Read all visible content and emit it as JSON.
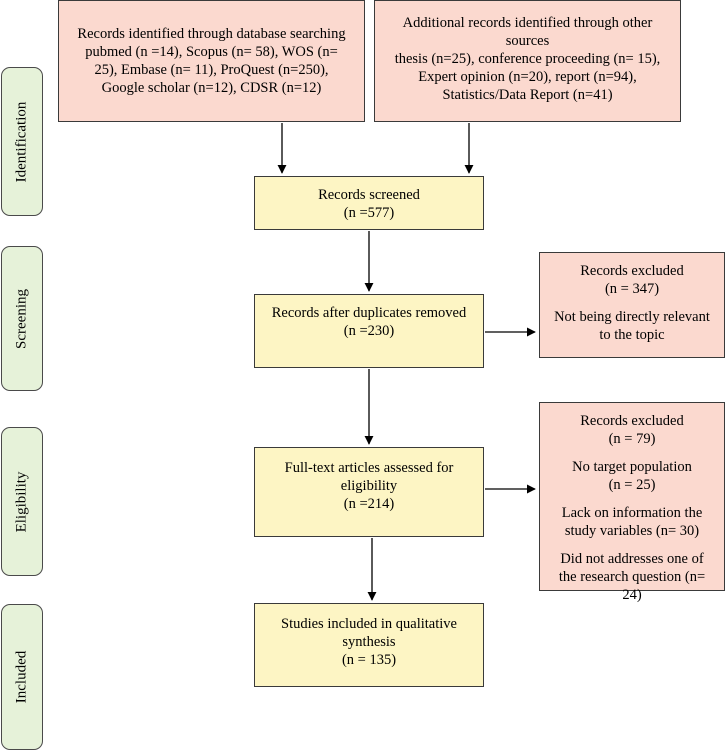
{
  "stages": [
    "Identification",
    "Screening",
    "Eligibility",
    "Included"
  ],
  "boxes": {
    "db_search": [
      "Records identified through database searching",
      "pubmed (n =14), Scopus (n= 58), WOS (n=",
      "25), Embase (n= 11), ProQuest (n=250),",
      "Google scholar (n=12), CDSR (n=12)"
    ],
    "other_sources": [
      "Additional records identified through other",
      "sources",
      "thesis (n=25), conference proceeding (n= 15),",
      "Expert opinion (n=20), report (n=94),",
      "Statistics/Data Report (n=41)"
    ],
    "screened": [
      "Records screened",
      "(n =577)"
    ],
    "after_duplicates": [
      "Records after duplicates removed",
      "(n =230)"
    ],
    "excluded_1": [
      "Records excluded",
      "(n = 347)",
      "Not being directly relevant",
      "to the topic"
    ],
    "full_text": [
      "Full-text articles assessed for",
      "eligibility",
      "(n =214)"
    ],
    "excluded_2": [
      "Records excluded",
      "(n = 79)",
      "No target population",
      "(n = 25)",
      "Lack on information the",
      "study variables (n= 30)",
      "Did not addresses one of",
      "the research question (n=",
      "24)"
    ],
    "included": [
      "Studies included in qualitative",
      "synthesis",
      "(n = 135)"
    ]
  },
  "colors": {
    "source_box": "#fbd9cf",
    "flow_box": "#fdf5c4",
    "stage_label": "#e6f2d9"
  }
}
